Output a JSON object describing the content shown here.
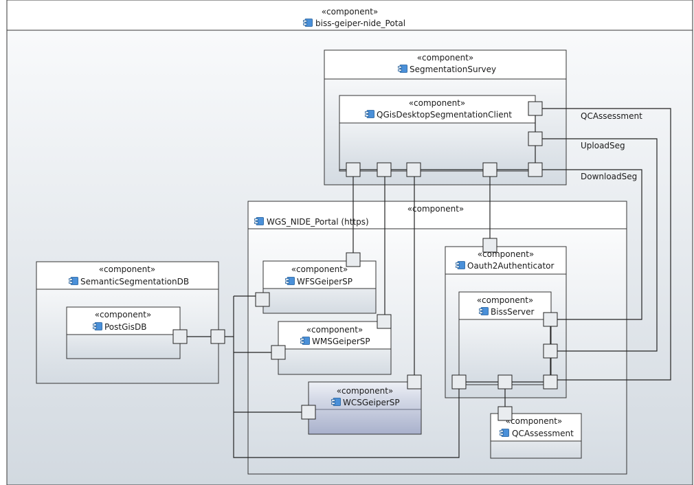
{
  "stereotype": "«component»",
  "components": {
    "root": {
      "name": "biss-geiper-nide_Potal"
    },
    "segmentation_survey": {
      "name": "SegmentationSurvey"
    },
    "qgis_client": {
      "name": "QGisDesktopSegmentationClient"
    },
    "wgs_portal": {
      "name": "WGS_NIDE_Portal (https)"
    },
    "semantic_db": {
      "name": "SemanticSegmentationDB"
    },
    "postgis": {
      "name": "PostGisDB"
    },
    "wfs": {
      "name": "WFSGeiperSP"
    },
    "wms": {
      "name": "WMSGeiperSP"
    },
    "wcs": {
      "name": "WCSGeiperSP"
    },
    "oauth": {
      "name": "Oauth2Authenticator"
    },
    "biss_server": {
      "name": "BissServer"
    },
    "qc_assessment": {
      "name": "QCAssessment"
    }
  },
  "connector_labels": {
    "qc": "QCAssessment",
    "upload": "UploadSeg",
    "download": "DownloadSeg"
  },
  "colors": {
    "outline": "#333333",
    "icon": "#4a90d9",
    "highlight_fill": "#a9b1cc"
  },
  "icon": "component-icon"
}
